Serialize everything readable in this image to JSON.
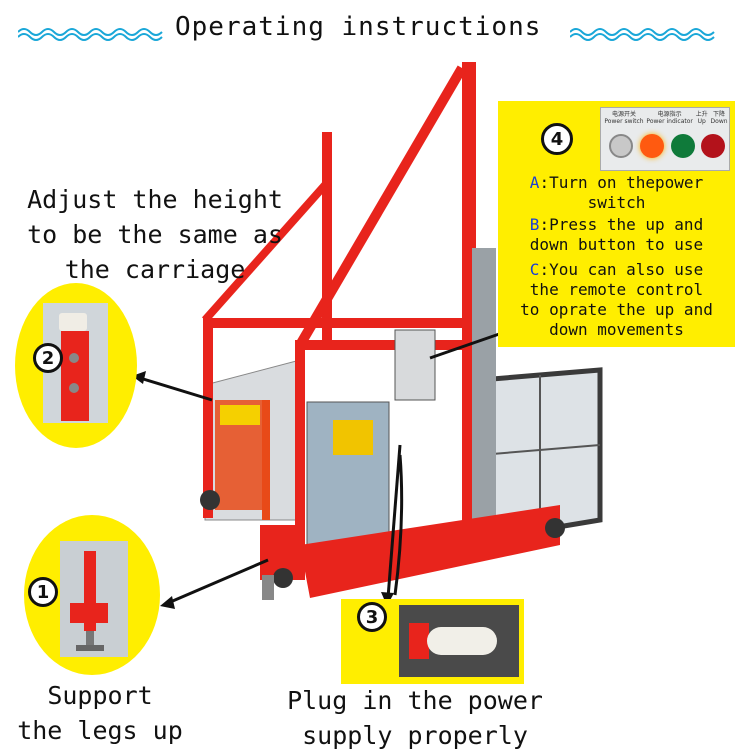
{
  "header": {
    "title": "Operating instructions"
  },
  "steps": {
    "step1": {
      "number": "1",
      "caption_line1": "Support",
      "caption_line2": "the legs up"
    },
    "step2": {
      "number": "2",
      "caption_line1": "Adjust the height",
      "caption_line2": "to be the same as",
      "caption_line3": "the carriage"
    },
    "step3": {
      "number": "3",
      "caption_line1": "Plug in the power",
      "caption_line2": "supply properly"
    },
    "step4": {
      "number": "4",
      "a_letter": "A",
      "a_line1": ":Turn on thepower",
      "a_line2": "switch",
      "b_letter": "B",
      "b_line1": ":Press the up and",
      "b_line2": "down button to use",
      "c_letter": "C",
      "c_line1": ":You can also use",
      "c_line2": "the remote control",
      "c_line3": "to oprate the up and",
      "c_line4": "down movements"
    }
  },
  "control_panel": {
    "labels": [
      {
        "cn": "电源开关",
        "en": "Power switch"
      },
      {
        "cn": "电源指示",
        "en": "Power indicator"
      },
      {
        "cn": "上升",
        "en": "Up"
      },
      {
        "cn": "下降",
        "en": "Down"
      }
    ],
    "colors": {
      "indicator": "#ff5a10",
      "up": "#0f7a3a",
      "down": "#b3121b"
    }
  },
  "colors": {
    "accent_yellow": "#ffee00",
    "frame_red": "#e8241c",
    "wave_blue": "#1aa7d8",
    "letter_blue": "#1a3fd4"
  }
}
